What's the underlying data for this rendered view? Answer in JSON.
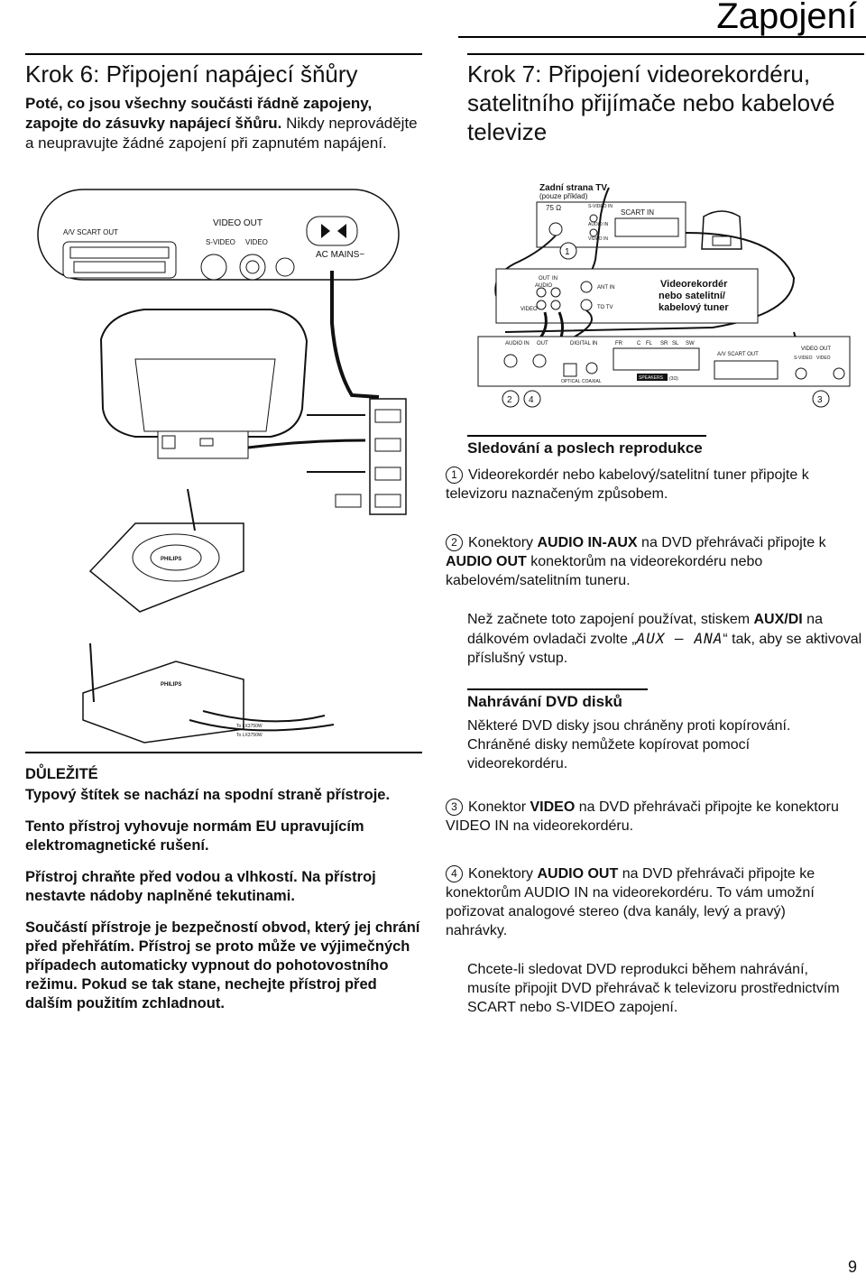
{
  "header": {
    "title": "Zapojení"
  },
  "step6": {
    "heading": "Krok 6: Připojení napájecí šňůry",
    "lead_bold": "Poté, co jsou všechny součásti řádně zapojeny, zapojte do zásuvky napájecí šňůru.",
    "lead_normal": "Nikdy neprovádějte a neupravujte žádné zapojení při zapnutém napájení."
  },
  "step7": {
    "heading": "Krok 7: Připojení videorekordéru, satelitního přijímače nebo kabelové televize"
  },
  "diagram": {
    "tv_back_title": "Zadní strana TV",
    "tv_back_subtitle": "(pouze příklad)",
    "tv_scart_in": "SCART IN",
    "tv_ant": "75 Ω",
    "tv_svideo": "S-VIDEO IN",
    "tv_audio": "AUDIO IN",
    "tv_video": "VIDEO IN",
    "vcr_label_1": "Videorekordér",
    "vcr_label_2": "nebo satelitní/",
    "vcr_label_3": "kabelový tuner",
    "vcr_out": "OUT",
    "vcr_in": "IN",
    "vcr_audio": "AUDIO",
    "vcr_video": "VIDEO",
    "vcr_ant_in": "ANT IN",
    "vcr_to_tv": "TO TV",
    "dvd_av_scart": "A/V SCART OUT",
    "dvd_video_out": "VIDEO OUT",
    "dvd_svideo": "S-VIDEO",
    "dvd_video": "VIDEO",
    "dvd_ac_mains": "AC MAINS~",
    "rear_audio_in": "AUDIO IN",
    "rear_audio_out": "OUT",
    "rear_digital": "DIGITAL IN",
    "rear_optical": "OPTICAL",
    "rear_coaxial": "COAXIAL",
    "rear_speakers": "SPEAKERS",
    "rear_ohm": "(3Ω)",
    "rear_fr": "FR",
    "rear_c": "C",
    "rear_fl": "FL",
    "rear_sr": "SR",
    "rear_sl": "SL",
    "rear_sw": "SW",
    "rear_av_scart": "A/V SCART OUT",
    "rear_video_out": "VIDEO OUT",
    "rear_svideo": "S-VIDEO",
    "rear_video": "VIDEO",
    "callout_1": "1",
    "callout_2": "2",
    "callout_3": "3",
    "callout_4": "4",
    "brand": "PHILIPS",
    "wireless_tx_1": "To LX3750W",
    "wireless_tx_2": "To LX3750W"
  },
  "section_watch": {
    "heading": "Sledování a poslech reprodukce",
    "item1_num": "1",
    "item1_text": "Videorekordér nebo kabelový/satelitní tuner připojte k televizoru naznačeným způsobem.",
    "item2_num": "2",
    "item2_pre": "Konektory ",
    "item2_b1": "AUDIO IN-AUX",
    "item2_mid": " na DVD přehrávači připojte k ",
    "item2_b2": "AUDIO OUT",
    "item2_post": " konektorům na videorekordéru nebo kabelovém/satelitním tuneru.",
    "note_pre": "Než začnete toto zapojení používat, stiskem ",
    "note_b": "AUX/DI",
    "note_mid": " na dálkovém ovladači zvolte „",
    "note_seg": "AUX – ANA",
    "note_post": "“ tak, aby se aktivoval příslušný vstup."
  },
  "section_record": {
    "heading": "Nahrávání DVD disků",
    "intro": "Některé DVD disky jsou chráněny proti kopírování. Chráněné disky nemůžete kopírovat pomocí videorekordéru.",
    "item3_num": "3",
    "item3_pre": "Konektor ",
    "item3_b": "VIDEO",
    "item3_post": " na DVD přehrávači připojte ke konektoru VIDEO IN na videorekordéru.",
    "item4_num": "4",
    "item4_pre": "Konektory ",
    "item4_b": "AUDIO OUT",
    "item4_post": " na DVD přehrávači připojte ke konektorům AUDIO IN na videorekordéru. To vám umožní pořizovat analogové stereo (dva kanály, levý a pravý) nahrávky.",
    "outro": "Chcete-li sledovat DVD reprodukci během nahrávání, musíte připojit DVD přehrávač k televizoru prostřednictvím SCART nebo S-VIDEO zapojení."
  },
  "important": {
    "title": "DŮLEŽITÉ",
    "p1": "Typový štítek se nachází na spodní straně přístroje.",
    "p2": "Tento přístroj vyhovuje normám EU upravujícím elektromagnetické rušení.",
    "p3": "Přístroj chraňte před vodou a vlhkostí. Na přístroj nestavte nádoby naplněné tekutinami.",
    "p4": "Součástí přístroje je bezpečností obvod, který jej chrání před přehřátím. Přístroj se proto může ve výjimečných případech automaticky vypnout do pohotovostního režimu. Pokud se tak stane, nechejte přístroj před dalším použitím zchladnout."
  },
  "page_number": "9"
}
